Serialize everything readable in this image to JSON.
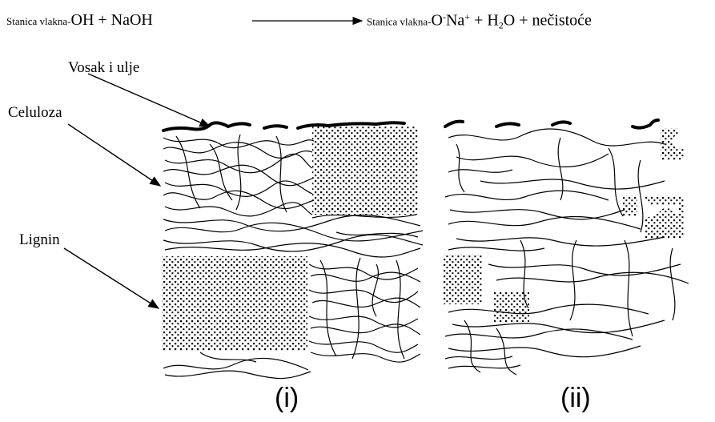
{
  "equation": {
    "left_prefix": "Stanica vlakna-",
    "left_group": "OH + NaOH",
    "right_prefix": "Stanica vlakna-",
    "right_o": "O",
    "right_o_charge": "-",
    "right_na": "Na",
    "right_na_charge": "+",
    "right_plus1": " + H",
    "right_h2o_sub": "2",
    "right_rest": "O + nečistoće"
  },
  "labels": {
    "wax": "Vosak i ulje",
    "cellulose": "Celuloza",
    "lignin": "Lignin"
  },
  "panels": {
    "i": "(i)",
    "ii": "(ii)"
  }
}
